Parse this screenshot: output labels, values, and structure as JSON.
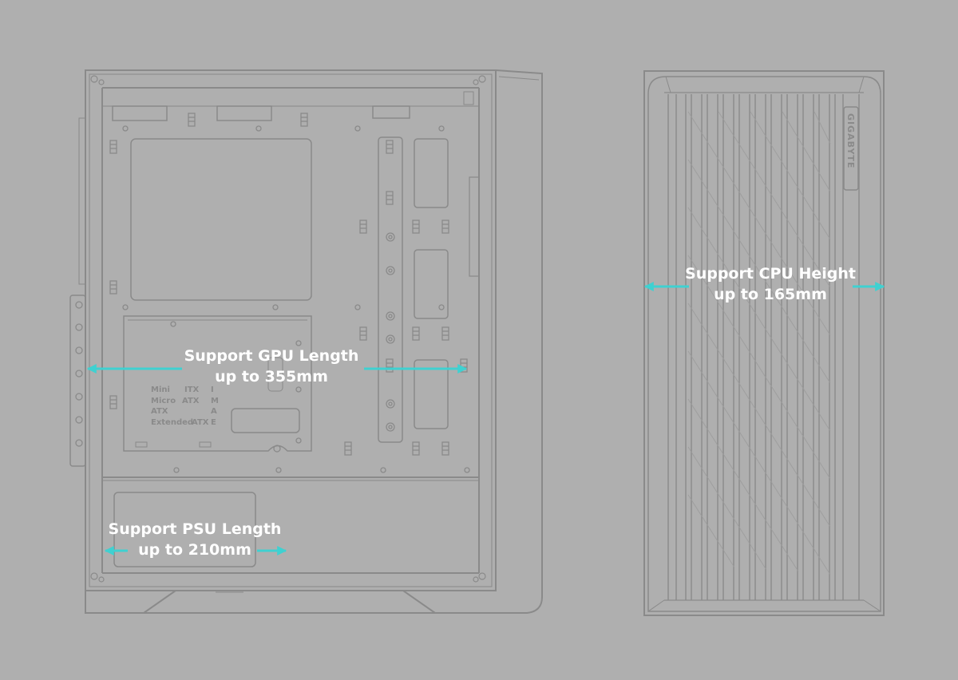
{
  "brand": "GIGABYTE",
  "motherboard_labels": {
    "mini": "Mini",
    "micro": "Micro",
    "atx": "ATX",
    "extended": "Extended",
    "itx": "ITX",
    "atx2": "ATX",
    "atx3": "ATX",
    "col3_i": "I",
    "col3_m": "M",
    "col3_a": "A",
    "col3_e": "E"
  },
  "callouts": {
    "gpu": {
      "line1": "Support GPU Length",
      "line2": "up to 355mm"
    },
    "psu": {
      "line1": "Support PSU Length",
      "line2": "up to 210mm"
    },
    "cpu": {
      "line1": "Support CPU Height",
      "line2": "up to 165mm"
    }
  },
  "colors": {
    "background": "#afafaf",
    "line": "#8a8a8a",
    "arrow": "#3fd1d1",
    "label": "#ffffff"
  }
}
